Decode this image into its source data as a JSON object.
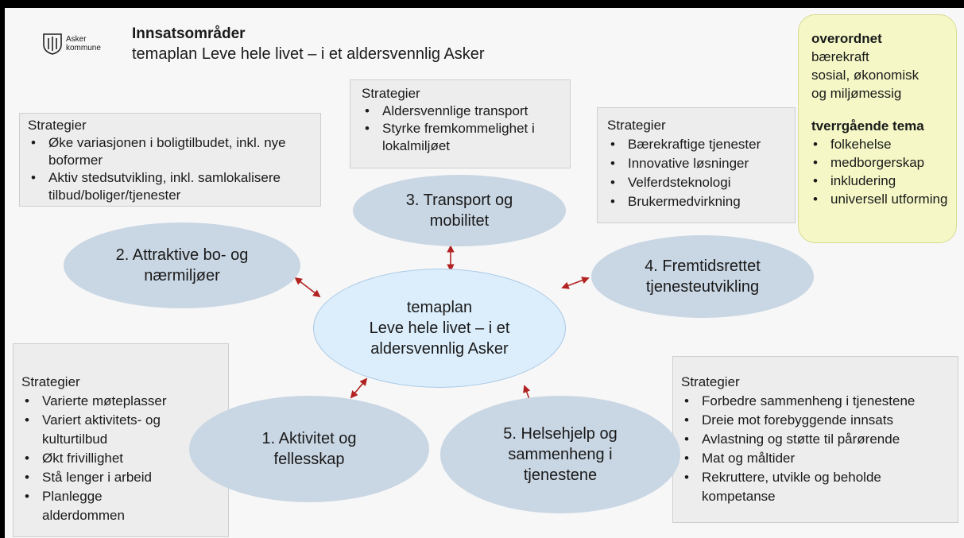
{
  "logo": {
    "name": "Asker",
    "sub": "kommune"
  },
  "header": {
    "title": "Innsatsområder",
    "subtitle": "temaplan Leve hele livet – i et aldersvennlig Asker"
  },
  "center": {
    "lines": [
      "temaplan",
      "Leve hele livet – i et",
      "aldersvennlig Asker"
    ]
  },
  "areas": {
    "a1": {
      "lines": [
        "1. Aktivitet og",
        "fellesskap"
      ]
    },
    "a2": {
      "lines": [
        "2. Attraktive bo- og",
        "nærmiljøer"
      ]
    },
    "a3": {
      "lines": [
        "3. Transport og",
        "mobilitet"
      ]
    },
    "a4": {
      "lines": [
        "4. Fremtidsrettet",
        "tjenesteutvikling"
      ]
    },
    "a5": {
      "lines": [
        "5. Helsehjelp og",
        "sammenheng i",
        "tjenestene"
      ]
    }
  },
  "strategies": {
    "s1": {
      "heading": "Strategier",
      "items": [
        "Varierte møteplasser",
        "Variert aktivitets- og kulturtilbud",
        "Økt frivillighet",
        "Stå lenger i arbeid",
        "Planlegge alderdommen"
      ]
    },
    "s2": {
      "heading": "Strategier",
      "items": [
        "Øke variasjonen i boligtilbudet, inkl. nye boformer",
        "Aktiv stedsutvikling, inkl. samlokalisere tilbud/boliger/tjenester"
      ]
    },
    "s3": {
      "heading": "Strategier",
      "items": [
        "Aldersvennlige transport",
        "Styrke fremkommelighet i lokalmiljøet"
      ]
    },
    "s4": {
      "heading": "Strategier",
      "items": [
        "Bærekraftige tjenester",
        "Innovative løsninger",
        "Velferdsteknologi",
        "Brukermedvirkning"
      ]
    },
    "s5": {
      "heading": "Strategier",
      "items": [
        "Forbedre sammenheng i tjenestene",
        "Dreie mot forebyggende innsats",
        "Avlastning og støtte til pårørende",
        "Mat og måltider",
        "Rekruttere, utvikle og beholde kompetanse"
      ]
    }
  },
  "side": {
    "heading1": "overordnet",
    "lines": [
      "bærekraft",
      "sosial, økonomisk",
      "og miljømessig"
    ],
    "heading2": "tverrgående tema",
    "items": [
      "folkehelse",
      "medborgerskap",
      "inkludering",
      "universell utforming"
    ]
  },
  "colors": {
    "arrow": "#b22222",
    "ellipse": "#c9d6e3",
    "center": "#dceefb",
    "side_box": "#f5f8c6"
  }
}
